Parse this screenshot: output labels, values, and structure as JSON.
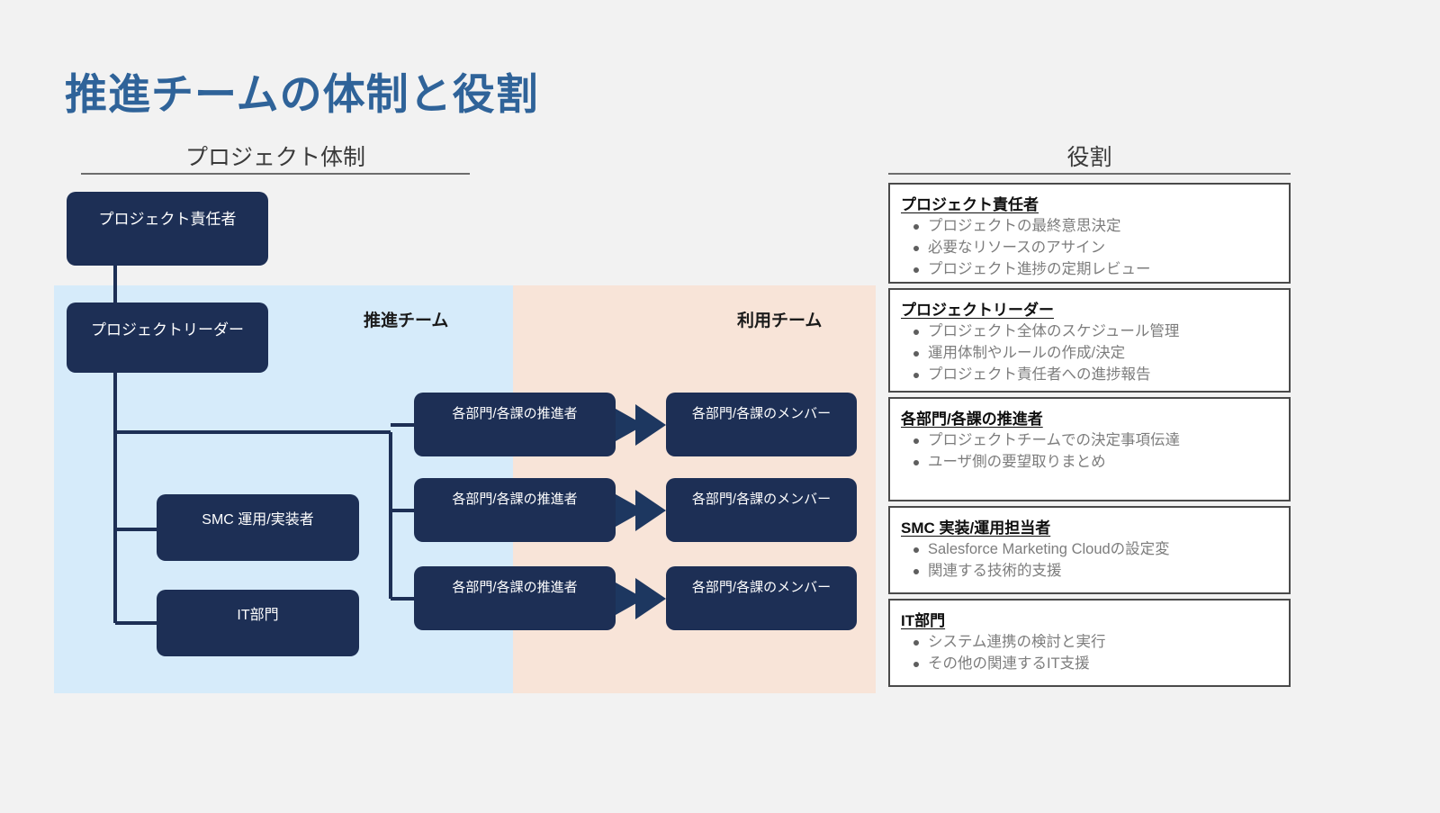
{
  "slide": {
    "title": "推進チームの体制と役割",
    "background_color": "#f2f2f2",
    "title_color": "#2f6399"
  },
  "left_section": {
    "heading": "プロジェクト体制",
    "bands": [
      {
        "id": "promotion-team",
        "label": "推進チーム",
        "color": "#d6ebfa"
      },
      {
        "id": "user-team",
        "label": "利用チーム",
        "color": "#f8e4d8"
      }
    ],
    "node_color": "#1d2f55",
    "nodes": {
      "owner": "プロジェクト責任者",
      "leader": "プロジェクトリーダー",
      "smc": "SMC 運用/実装者",
      "it": "IT部門",
      "promoters": [
        "各部門/各課の推進者",
        "各部門/各課の推進者",
        "各部門/各課の推進者"
      ],
      "members": [
        "各部門/各課のメンバー",
        "各部門/各課のメンバー",
        "各部門/各課のメンバー"
      ]
    }
  },
  "right_section": {
    "heading": "役割",
    "cards": [
      {
        "title": "プロジェクト責任者",
        "items": [
          "プロジェクトの最終意思決定",
          "必要なリソースのアサイン",
          "プロジェクト進捗の定期レビュー"
        ]
      },
      {
        "title": "プロジェクトリーダー",
        "items": [
          "プロジェクト全体のスケジュール管理",
          "運用体制やルールの作成/決定",
          "プロジェクト責任者への進捗報告"
        ]
      },
      {
        "title": "各部門/各課の推進者",
        "items": [
          "プロジェクトチームでの決定事項伝達",
          "ユーザ側の要望取りまとめ"
        ]
      },
      {
        "title": "SMC 実装/運用担当者",
        "items": [
          "Salesforce Marketing Cloudの設定変",
          "関連する技術的支援"
        ]
      },
      {
        "title": "IT部門",
        "items": [
          "システム連携の検討と実行",
          "その他の関連するIT支援"
        ]
      }
    ]
  }
}
